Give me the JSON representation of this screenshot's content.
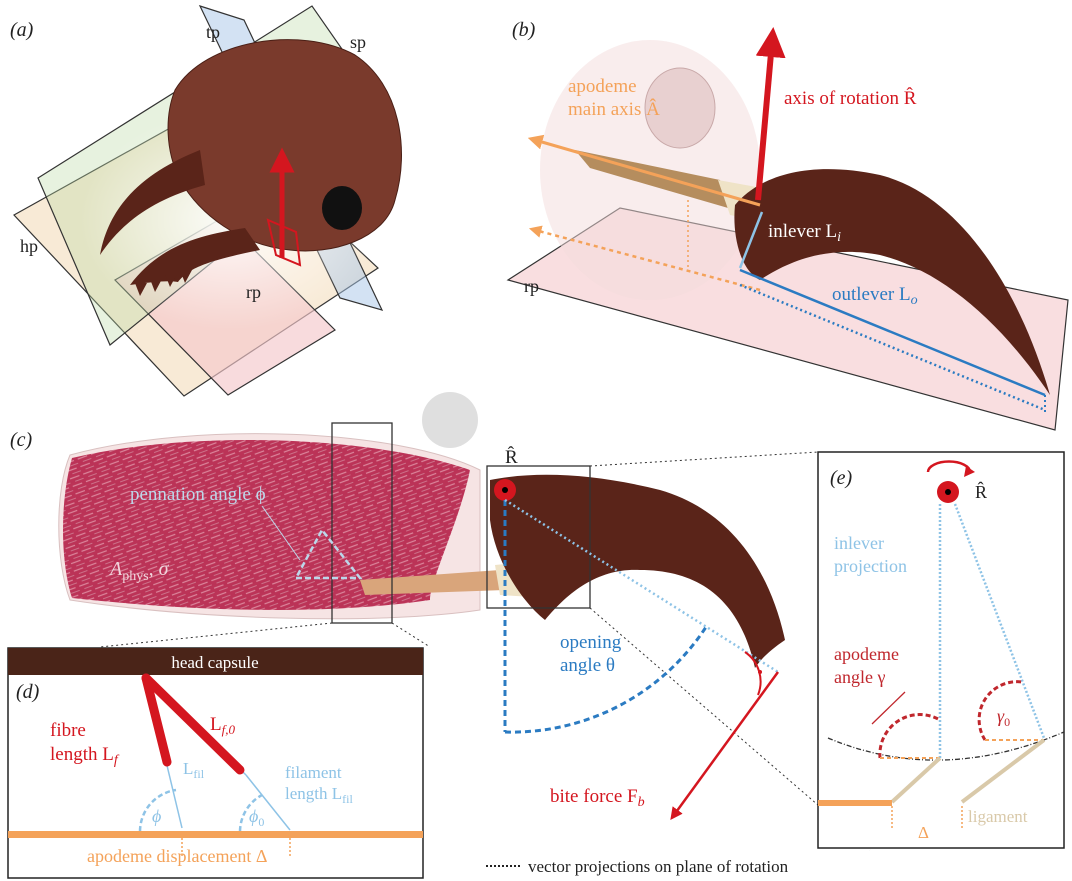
{
  "colors": {
    "red": "#d4161f",
    "orange": "#f4a259",
    "blue": "#2b7bc2",
    "lightblue": "#8ec3e6",
    "muscle": "#b5304f",
    "cuticle": "#6b2b20",
    "ligament": "#d9c9a9",
    "capsule": "#4a2418"
  },
  "panels": {
    "a": "(a)",
    "b": "(b)",
    "c": "(c)",
    "d": "(d)",
    "e": "(e)"
  },
  "panel_a": {
    "planes": {
      "tp": "tp",
      "sp": "sp",
      "hp": "hp",
      "rp": "rp"
    }
  },
  "panel_b": {
    "axis_of_rotation": "axis of rotation R̂",
    "apodeme_axis_line1": "apodeme",
    "apodeme_axis_line2": "main axis Â",
    "inlever": "inlever L",
    "inlever_sub": "i",
    "outlever": "outlever L",
    "outlever_sub": "o",
    "rp": "rp"
  },
  "panel_c": {
    "r_hat": "R̂",
    "pennation": "pennation angle ϕ",
    "aphys": "A",
    "aphys_sub": "phys",
    "sigma": ", σ",
    "opening_line1": "opening",
    "opening_line2": "angle θ",
    "bite_force": "bite force F",
    "bite_sub": "b"
  },
  "panel_d": {
    "head_capsule": "head capsule",
    "fibre_line1": "fibre",
    "fibre_line2": "length L",
    "fibre_sub": "f",
    "lf0": "L",
    "lf0_sub": "f,0",
    "lfil": "L",
    "lfil_sub": "fil",
    "filament_line1": "filament",
    "filament_line2": "length L",
    "filament_sub": "fil",
    "phi": "ϕ",
    "phi0": "ϕ",
    "phi0_sub": "0",
    "apodeme_disp": "apodeme displacement Δ"
  },
  "panel_e": {
    "r_hat": "R̂",
    "inlever_line1": "inlever",
    "inlever_line2": "projection",
    "apodeme_line1": "apodeme",
    "apodeme_line2": "angle γ",
    "gamma0": "γ",
    "gamma0_sub": "0",
    "ligament": "ligament",
    "delta": "Δ"
  },
  "legend": {
    "projections": "vector projections on plane of rotation"
  }
}
